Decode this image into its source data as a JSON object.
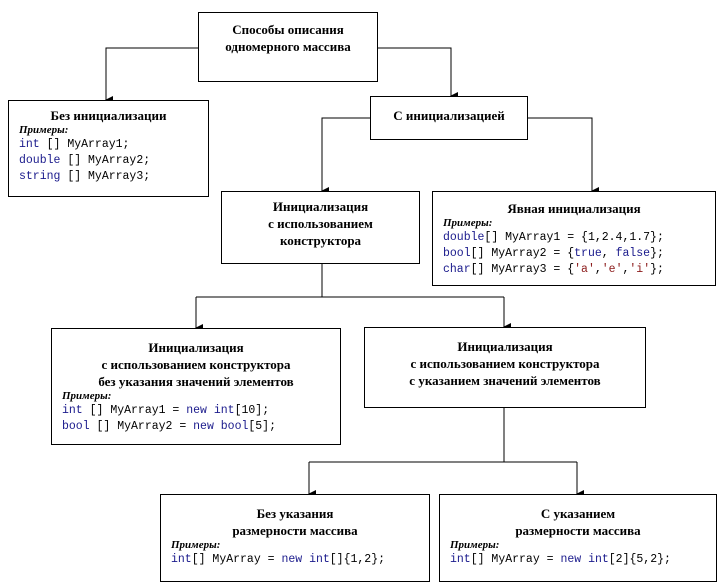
{
  "colors": {
    "keyword": "#1a1a8c",
    "string": "#8b1a1a",
    "line": "#000000"
  },
  "nodes": {
    "root": {
      "title": "Способы описания\nодномерного массива"
    },
    "no_init": {
      "title": "Без инициализации",
      "examples_label": "Примеры:",
      "code": [
        [
          {
            "t": "int",
            "k": 1
          },
          {
            "t": " [] MyArray1;"
          }
        ],
        [
          {
            "t": "double",
            "k": 1
          },
          {
            "t": " [] MyArray2;"
          }
        ],
        [
          {
            "t": "string",
            "k": 1
          },
          {
            "t": " [] MyArray3;"
          }
        ]
      ]
    },
    "with_init": {
      "title": "С инициализацией"
    },
    "ctor_init": {
      "title": "Инициализация\nс использованием\nконструктора"
    },
    "explicit_init": {
      "title": "Явная инициализация",
      "examples_label": "Примеры:",
      "code": [
        [
          {
            "t": "double",
            "k": 1
          },
          {
            "t": "[] MyArray1 = {1,2.4,1.7};"
          }
        ],
        [
          {
            "t": "bool",
            "k": 1
          },
          {
            "t": "[] MyArray2 = {"
          },
          {
            "t": "true",
            "k": 1
          },
          {
            "t": ", "
          },
          {
            "t": "false",
            "k": 1
          },
          {
            "t": "};"
          }
        ],
        [
          {
            "t": "char",
            "k": 1
          },
          {
            "t": "[] MyArray3 = {"
          },
          {
            "t": "'a'",
            "s": 1
          },
          {
            "t": ","
          },
          {
            "t": "'e'",
            "s": 1
          },
          {
            "t": ","
          },
          {
            "t": "'i'",
            "s": 1
          },
          {
            "t": "};"
          }
        ]
      ]
    },
    "ctor_no_values": {
      "title": "Инициализация\nс использованием конструктора\nбез указания значений элементов",
      "examples_label": "Примеры:",
      "code": [
        [
          {
            "t": "int",
            "k": 1
          },
          {
            "t": " [] MyArray1 = "
          },
          {
            "t": "new",
            "k": 1
          },
          {
            "t": " "
          },
          {
            "t": "int",
            "k": 1
          },
          {
            "t": "[10];"
          }
        ],
        [
          {
            "t": "bool",
            "k": 1
          },
          {
            "t": " [] MyArray2 = "
          },
          {
            "t": "new",
            "k": 1
          },
          {
            "t": " "
          },
          {
            "t": "bool",
            "k": 1
          },
          {
            "t": "[5];"
          }
        ]
      ]
    },
    "ctor_with_values": {
      "title": "Инициализация\nс использованием конструктора\nс указанием значений элементов"
    },
    "no_size": {
      "title": "Без указания\nразмерности массива",
      "examples_label": "Примеры:",
      "code": [
        [
          {
            "t": "int",
            "k": 1
          },
          {
            "t": "[] MyArray = "
          },
          {
            "t": "new",
            "k": 1
          },
          {
            "t": " "
          },
          {
            "t": "int",
            "k": 1
          },
          {
            "t": "[]{1,2};"
          }
        ]
      ]
    },
    "with_size": {
      "title": "С указанием\nразмерности массива",
      "examples_label": "Примеры:",
      "code": [
        [
          {
            "t": "int",
            "k": 1
          },
          {
            "t": "[] MyArray = "
          },
          {
            "t": "new",
            "k": 1
          },
          {
            "t": " "
          },
          {
            "t": "int",
            "k": 1
          },
          {
            "t": "[2]{5,2};"
          }
        ]
      ]
    }
  }
}
